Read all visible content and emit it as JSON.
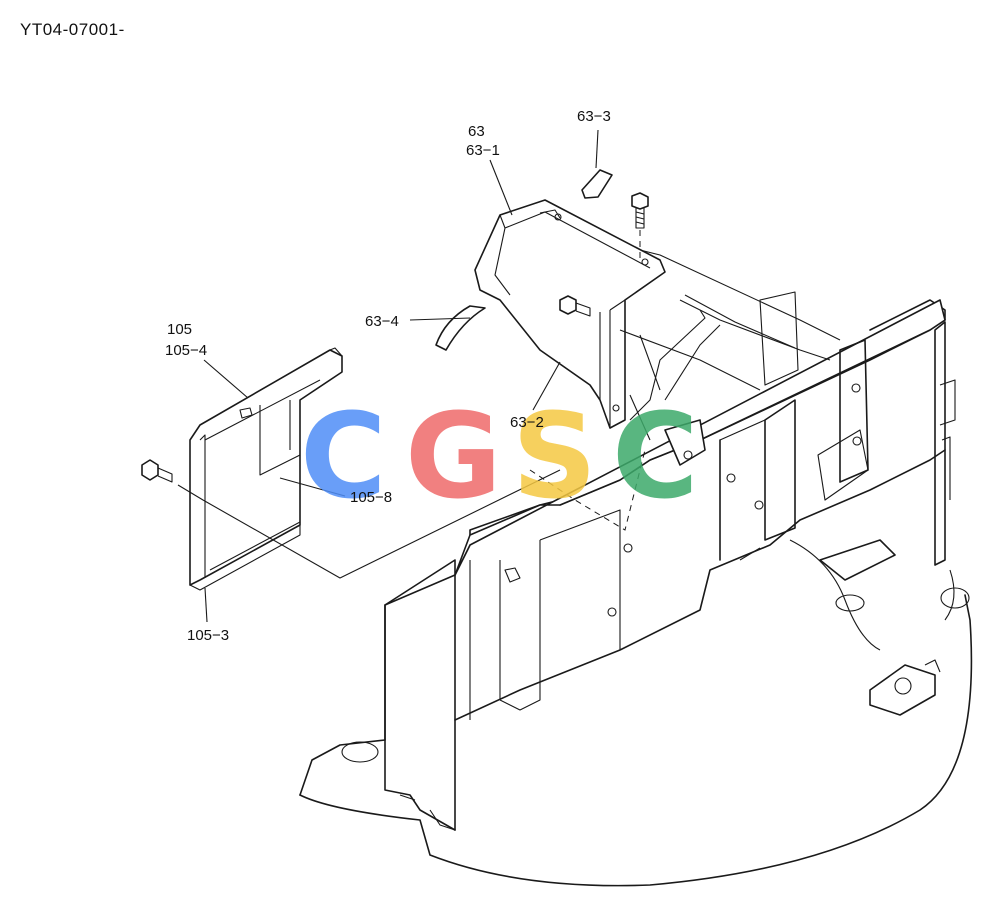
{
  "header": {
    "doc_id": "YT04-07001-"
  },
  "watermark": {
    "letters": [
      "C",
      "G",
      "S",
      "C"
    ],
    "colors": [
      "#4f8ef7",
      "#ef6b6b",
      "#f5c842",
      "#3daa6a"
    ]
  },
  "callouts": {
    "c63": "63",
    "c63_1": "63−1",
    "c63_2": "63−2",
    "c63_3": "63−3",
    "c63_4": "63−4",
    "c105": "105",
    "c105_3": "105−3",
    "c105_4": "105−4",
    "c105_8": "105−8"
  }
}
